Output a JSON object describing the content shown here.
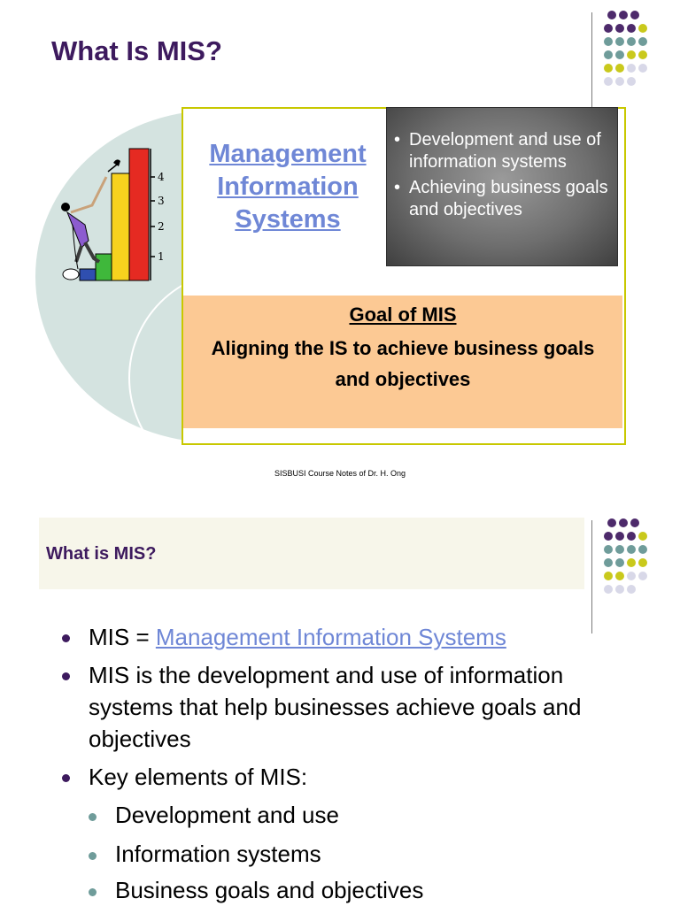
{
  "slide1": {
    "title": "What Is MIS?",
    "mis_heading": "Management Information Systems",
    "dark_box_items": [
      "Development and use of information systems",
      "Achieving business goals and objectives"
    ],
    "goal_title": "Goal of MIS",
    "goal_text": "Aligning the IS to achieve business goals and objectives",
    "chart_ticks": [
      "4",
      "3",
      "2",
      "1"
    ],
    "caption": "SISBUSI Course Notes of Dr. H. Ong"
  },
  "slide2": {
    "title": "What is MIS?",
    "bullets": [
      {
        "prefix": "MIS = ",
        "link": "Management Information Systems"
      },
      {
        "text": "MIS is the development and use of information systems that help businesses achieve goals and objectives"
      },
      {
        "text": "Key elements of MIS:"
      }
    ],
    "sub_bullets": [
      "Development and use",
      "Information systems",
      "Business goals and objectives"
    ]
  },
  "colors": {
    "title": "#3d1a5e",
    "link": "#6f87d6",
    "dot_purple": "#4d2a6b",
    "dot_teal": "#6f9c9a",
    "dot_yellow": "#c9c91c",
    "dot_lavender": "#d8d8e8",
    "goal_box": "#fcc994"
  }
}
